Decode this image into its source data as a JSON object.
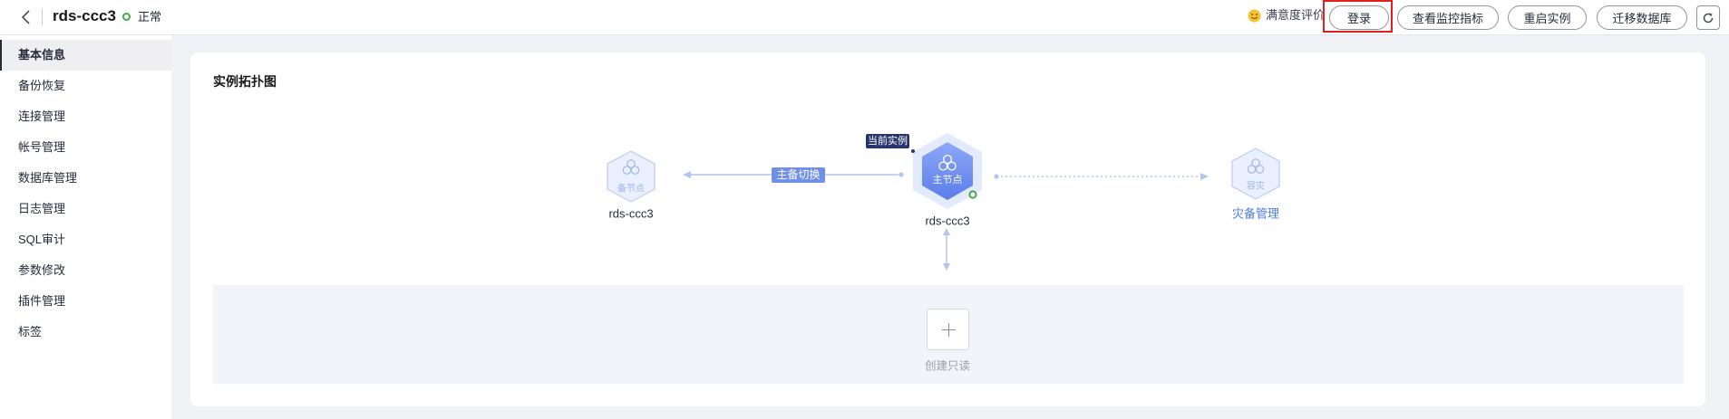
{
  "header": {
    "title": "rds-ccc3",
    "status": "正常",
    "feedback": "满意度评价",
    "buttons": {
      "login": "登录",
      "monitor": "查看监控指标",
      "reboot": "重启实例",
      "migrate": "迁移数据库"
    }
  },
  "sidebar": {
    "active": 0,
    "items": [
      "基本信息",
      "备份恢复",
      "连接管理",
      "帐号管理",
      "数据库管理",
      "日志管理",
      "SQL审计",
      "参数修改",
      "插件管理",
      "标签"
    ]
  },
  "topology": {
    "title": "实例拓扑图",
    "current_tag": "当前实例",
    "switch_label": "主备切换",
    "standby": {
      "node_label": "备节点",
      "name": "rds-ccc3"
    },
    "primary": {
      "node_label": "主节点",
      "name": "rds-ccc3"
    },
    "dr": {
      "node_label": "容灾",
      "link": "灾备管理"
    },
    "read_replica": {
      "create_label": "创建只读"
    }
  },
  "icons": {
    "back": "chevron-left-icon",
    "status": "status-ok-icon",
    "feedback": "smiley-icon",
    "refresh": "refresh-icon",
    "node": "cluster-icon",
    "add": "plus-icon"
  },
  "colors": {
    "accent": "#5c7fea",
    "status_ok": "#3dab47",
    "highlight": "#e02020",
    "link": "#4a7be8",
    "current_tag": "#27346e"
  }
}
